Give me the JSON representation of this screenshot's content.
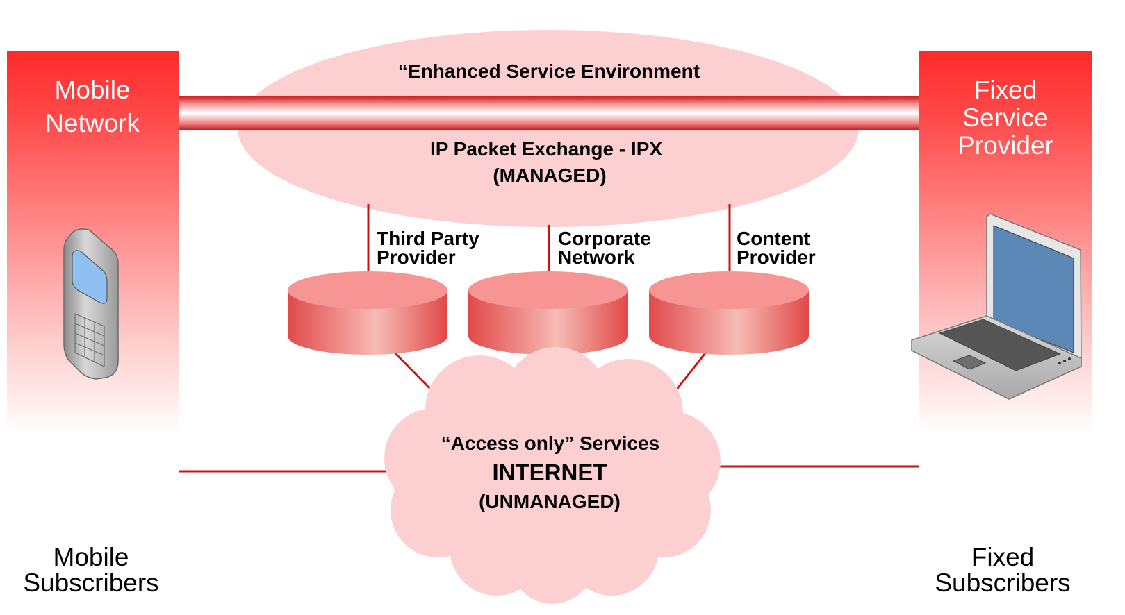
{
  "left_panel": {
    "title_lines": [
      "Mobile",
      "Network"
    ],
    "device_icon": "mobile-phone-icon",
    "footer_lines": [
      "Mobile",
      "Subscribers"
    ]
  },
  "right_panel": {
    "title_lines": [
      "Fixed",
      "Service",
      "Provider"
    ],
    "device_icon": "laptop-icon",
    "footer_lines": [
      "Fixed",
      "Subscribers"
    ]
  },
  "ipx": {
    "heading": "“Enhanced Service Environment",
    "line1": "IP Packet Exchange - IPX",
    "line2": "(MANAGED)"
  },
  "providers": [
    {
      "line1": "Third Party",
      "line2": "Provider"
    },
    {
      "line1": "Corporate",
      "line2": "Network"
    },
    {
      "line1": "Content",
      "line2": "Provider"
    }
  ],
  "internet": {
    "line1": "“Access only” Services",
    "line2": "INTERNET",
    "line3": "(UNMANAGED)"
  },
  "colors": {
    "red": "#ff3333",
    "dark_red": "#cc1111",
    "pink": "#fcd0d0",
    "cylinder_top": "#f79494"
  }
}
